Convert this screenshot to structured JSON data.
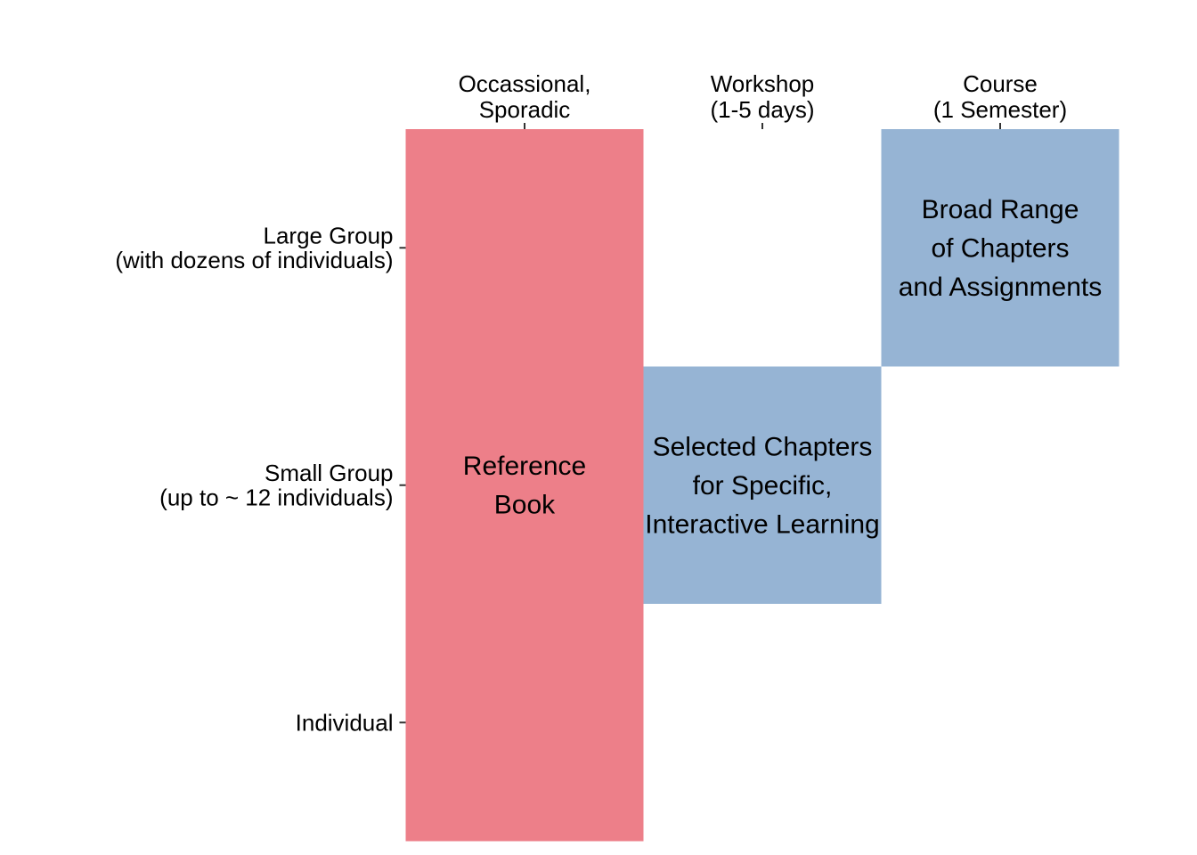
{
  "chart_data": {
    "type": "tile",
    "columns": [
      {
        "key": "occasional",
        "lines": [
          "Occassional,",
          "Sporadic"
        ]
      },
      {
        "key": "workshop",
        "lines": [
          "Workshop",
          "(1-5 days)"
        ]
      },
      {
        "key": "course",
        "lines": [
          "Course",
          "(1 Semester)"
        ]
      }
    ],
    "rows": [
      {
        "key": "large",
        "lines": [
          "Large Group",
          "(with dozens of individuals)"
        ]
      },
      {
        "key": "small",
        "lines": [
          "Small Group",
          "(up to ~ 12 individuals)"
        ]
      },
      {
        "key": "individual",
        "lines": [
          "Individual"
        ]
      }
    ],
    "blocks": [
      {
        "name": "reference-book",
        "label_lines": [
          "Reference",
          "Book"
        ],
        "column": "occasional",
        "row_span": [
          "large",
          "individual"
        ],
        "color": "#ED7F89"
      },
      {
        "name": "selected-chapters",
        "label_lines": [
          "Selected Chapters",
          "for Specific,",
          "Interactive Learning"
        ],
        "column": "workshop",
        "row_span": [
          "small",
          "small"
        ],
        "color": "#96B4D4"
      },
      {
        "name": "broad-range",
        "label_lines": [
          "Broad Range",
          "of Chapters",
          "and Assignments"
        ],
        "column": "course",
        "row_span": [
          "large",
          "large"
        ],
        "color": "#96B4D4"
      }
    ],
    "axis_color": "#333333"
  }
}
